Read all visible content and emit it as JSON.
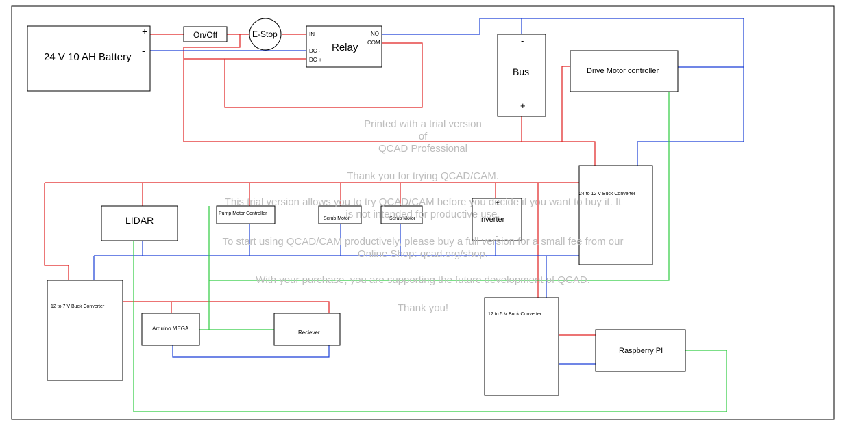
{
  "components": {
    "battery": {
      "label": "24 V 10 AH Battery",
      "pos_terminal": "+",
      "neg_terminal": "-"
    },
    "onoff": {
      "label": "On/Off"
    },
    "estop": {
      "label": "E-Stop"
    },
    "relay": {
      "label": "Relay",
      "pin_in": "IN",
      "pin_dc_minus": "DC -",
      "pin_dc_plus": "DC +",
      "pin_no": "NO",
      "pin_com": "COM"
    },
    "bus": {
      "label": "Bus",
      "minus": "-",
      "plus": "+"
    },
    "drive_motor": {
      "label": "Drive Motor controller"
    },
    "buck_24_12": {
      "label": "24 to 12 V Buck Converter"
    },
    "lidar": {
      "label": "LIDAR"
    },
    "pump_motor": {
      "label": "Pump Motor Controller"
    },
    "scrub_motor_1": {
      "label": "Scrub Motor"
    },
    "scrub_motor_2": {
      "label": "Scrub Motor"
    },
    "inverter": {
      "label": "Inverter",
      "plus": "+",
      "minus": "-"
    },
    "buck_12_7": {
      "label": "12 to 7 V Buck Converter"
    },
    "arduino": {
      "label": "Arduino MEGA"
    },
    "receiver": {
      "label": "Reciever"
    },
    "buck_12_5": {
      "label": "12 to 5 V Buck Converter"
    },
    "raspberry": {
      "label": "Raspberry PI"
    }
  },
  "watermark": {
    "line1": "Printed with a trial version",
    "line2": "of",
    "line3": "QCAD Professional",
    "line4": "Thank you for trying QCAD/CAM.",
    "line5": "This trial version allows you to try QCAD/CAM before you decide if you want to buy it. It",
    "line6": "is not intended for productive use.",
    "line7": "To start using QCAD/CAM productively, please buy a full version for a small fee from our",
    "line8": "Online Shop: qcad.org/shop.",
    "line9": "With your purchase, you are supporting the future development of QCAD.",
    "line10": "Thank you!"
  },
  "wire_colors": {
    "positive": "#e02020",
    "negative": "#1a3fd6",
    "signal": "#2ecc40"
  }
}
